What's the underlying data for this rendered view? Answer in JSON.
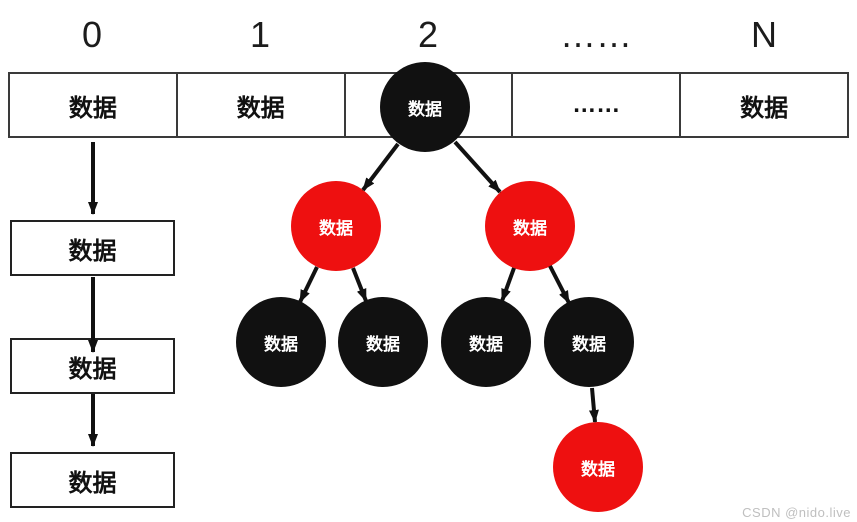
{
  "array": {
    "indices": [
      "0",
      "1",
      "2",
      "……",
      "N"
    ],
    "cells": [
      "数据",
      "数据",
      "",
      "……",
      "数据"
    ]
  },
  "linked_list": {
    "items": [
      "数据",
      "数据",
      "数据"
    ]
  },
  "tree": {
    "root": "数据",
    "level2": [
      "数据",
      "数据"
    ],
    "level3": [
      "数据",
      "数据",
      "数据",
      "数据"
    ],
    "level4": [
      "数据"
    ]
  },
  "colors": {
    "node_black": "#111111",
    "node_red": "#ee1010",
    "arrow": "#111111"
  },
  "watermark": "CSDN @nido.live"
}
